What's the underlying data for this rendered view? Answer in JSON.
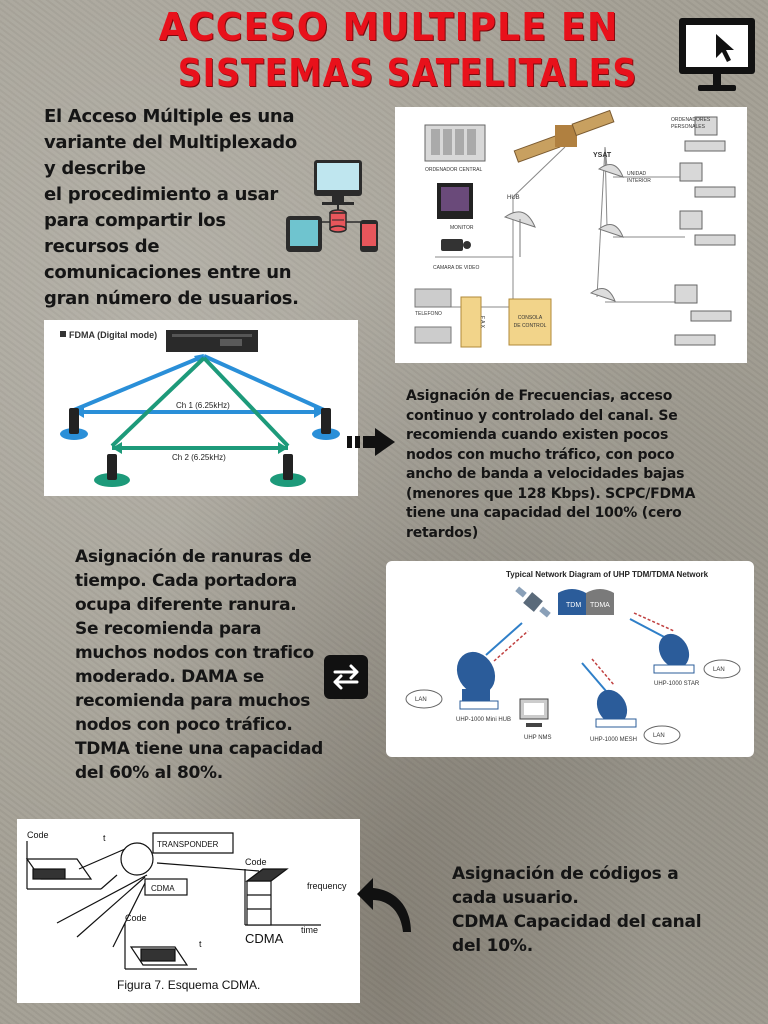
{
  "title": {
    "line1": "ACCESO MULTIPLE EN",
    "line2": "SISTEMAS SATELITALES"
  },
  "intro": {
    "lines": [
      "El Acceso Múltiple es una",
      "variante del Multiplexado",
      "y describe",
      "el procedimiento a usar",
      "para compartir los",
      "recursos de",
      "comunicaciones entre un",
      "gran número de usuarios."
    ]
  },
  "fdma_text": {
    "lines": [
      "Asignación de Frecuencias, acceso",
      "continuo y controlado del canal. Se",
      "recomienda cuando existen pocos",
      "nodos con mucho tráfico, con poco",
      "ancho de banda a velocidades bajas",
      "(menores que 128 Kbps). SCPC/FDMA",
      "tiene una capacidad del 100% (cero",
      "retardos)"
    ]
  },
  "tdma_text": {
    "lines": [
      "Asignación de ranuras de",
      "tiempo. Cada portadora",
      "ocupa diferente ranura.",
      "Se recomienda para",
      "muchos nodos con trafico",
      "moderado. DAMA se",
      "recomienda para muchos",
      "nodos con poco tráfico.",
      "TDMA tiene una capacidad",
      "del 60% al 80%."
    ]
  },
  "cdma_text": {
    "lines": [
      "Asignación de códigos a",
      "cada usuario.",
      "CDMA Capacidad del canal",
      "del 10%."
    ]
  },
  "fdma_figure": {
    "header": "FDMA (Digital mode)",
    "ch1": "Ch 1 (6.25kHz)",
    "ch2": "Ch 2 (6.25kHz)"
  },
  "ysat_figure": {
    "ysat": "YSAT",
    "hub": "HUB",
    "fax": "F A X",
    "consola": "CONSOLA",
    "consola2": "DE CONTROL",
    "monitor": "MONITOR",
    "camara": "CAMARA DE VIDEO",
    "telefono": "TELEFONO",
    "ordenador": "ORDENADOR CENTRAL",
    "ordenadores": "ORDENADORES",
    "ordenadores2": "PERSONALES",
    "unidad": "UNIDAD",
    "interior": "INTERIOR"
  },
  "tdma_figure": {
    "title": "Typical Network Diagram of UHP TDM/TDMA Network",
    "tdm": "TDM",
    "tdma": "TDMA",
    "lan1": "LAN",
    "lan2": "LAN",
    "lan3": "LAN",
    "hub": "UHP-1000 Mini HUB",
    "nms": "UHP NMS",
    "mesh": "UHP-1000 MESH",
    "star": "UHP-1000 STAR"
  },
  "cdma_figure": {
    "code1": "Code",
    "code2": "Code",
    "code3": "Code",
    "transponder": "TRANSPONDER",
    "cdma_label": "CDMA",
    "cdma_big": "CDMA",
    "frequency": "frequency",
    "time": "time",
    "t1": "t",
    "t2": "t",
    "caption": "Figura 7. Esquema CDMA."
  },
  "colors": {
    "title": "#e8111b",
    "text": "#151515",
    "fdma_blue": "#2a8fd8",
    "fdma_green": "#1d9a7a"
  }
}
